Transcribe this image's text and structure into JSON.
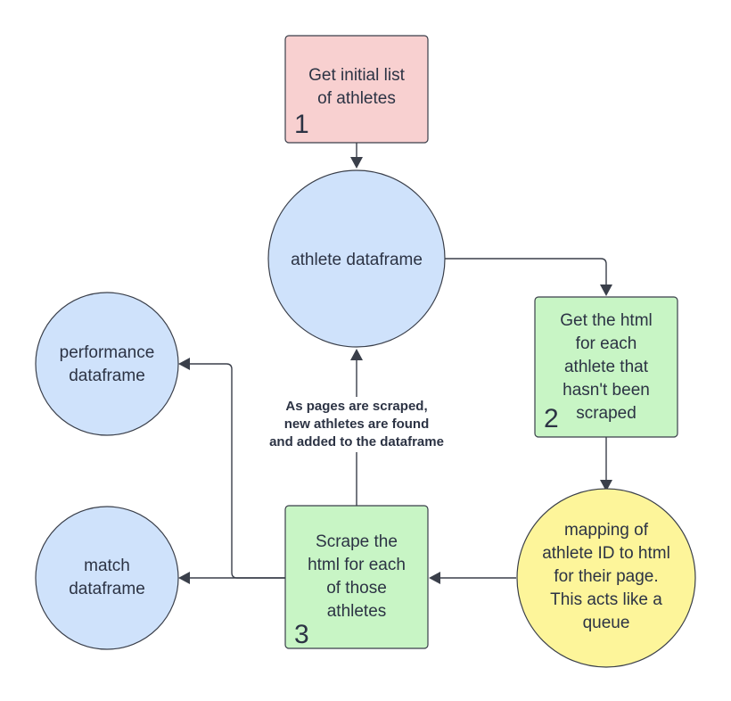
{
  "nodes": {
    "get_initial": {
      "lines": [
        "Get initial list",
        "of athletes"
      ],
      "step": "1"
    },
    "athlete_df": {
      "lines": [
        "athlete dataframe"
      ]
    },
    "get_html": {
      "lines": [
        "Get the html",
        "for each",
        "athlete that",
        "hasn't been",
        "scraped"
      ],
      "step": "2"
    },
    "mapping": {
      "lines": [
        "mapping of",
        "athlete ID to html",
        "for their page.",
        "This acts like a",
        "queue"
      ]
    },
    "scrape": {
      "lines": [
        "Scrape the",
        "html for each",
        "of those",
        "athletes"
      ],
      "step": "3"
    },
    "performance_df": {
      "lines": [
        "performance",
        "dataframe"
      ]
    },
    "match_df": {
      "lines": [
        "match",
        "dataframe"
      ]
    }
  },
  "annotation": {
    "lines": [
      "As pages are scraped,",
      "new athletes are found",
      "and added to the dataframe"
    ]
  },
  "colors": {
    "pink": "#f8d0d0",
    "blue": "#cfe2fb",
    "green": "#c8f5c5",
    "yellow": "#fdf59a",
    "stroke": "#3a3f4a",
    "text": "#2c3344"
  }
}
